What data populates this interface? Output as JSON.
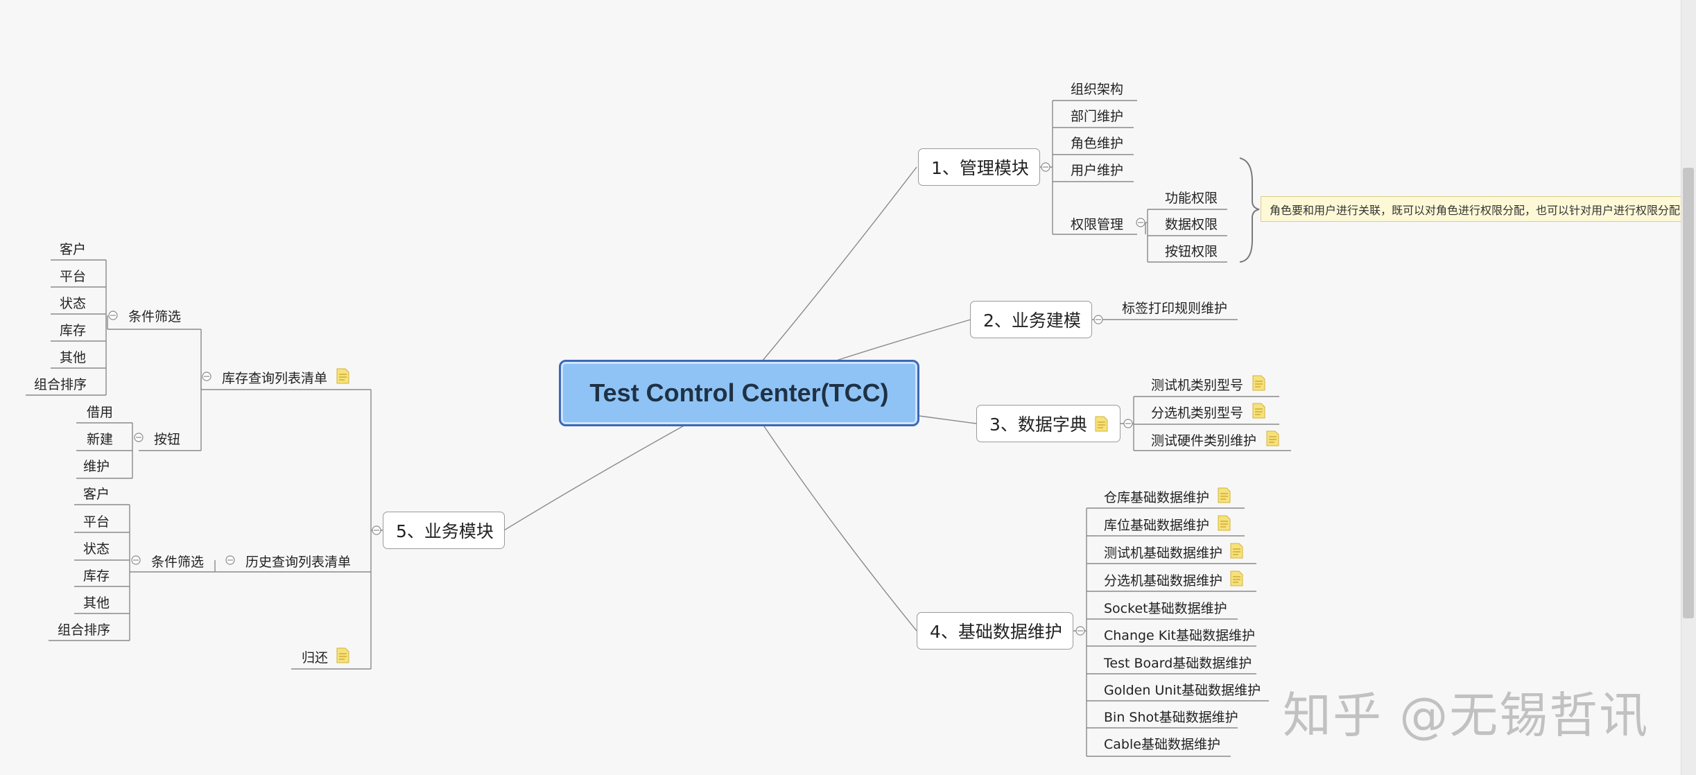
{
  "central": "Test Control Center(TCC)",
  "branches": {
    "b1": "1、管理模块",
    "b2": "2、业务建模",
    "b3": "3、数据字典",
    "b4": "4、基础数据维护",
    "b5": "5、业务模块"
  },
  "b1_items": [
    "组织架构",
    "部门维护",
    "角色维护",
    "用户维护",
    "权限管理"
  ],
  "b1_perm_items": [
    "功能权限",
    "数据权限",
    "按钮权限"
  ],
  "b1_note": "角色要和用户进行关联，既可以对角色进行权限分配，也可以针对用户进行权限分配",
  "b2_items": [
    "标签打印规则维护"
  ],
  "b3_items": [
    "测试机类别型号",
    "分选机类别型号",
    "测试硬件类别维护"
  ],
  "b4_items": [
    "仓库基础数据维护",
    "库位基础数据维护",
    "测试机基础数据维护",
    "分选机基础数据维护",
    "Socket基础数据维护",
    "Change Kit基础数据维护",
    "Test Board基础数据维护",
    "Golden Unit基础数据维护",
    "Bin Shot基础数据维护",
    "Cable基础数据维护"
  ],
  "b5_items": [
    "库存查询列表清单",
    "历史查询列表清单",
    "归还"
  ],
  "inv_sub": [
    "条件筛选",
    "按钮"
  ],
  "inv_filter": [
    "客户",
    "平台",
    "状态",
    "库存",
    "其他",
    "组合排序"
  ],
  "inv_buttons": [
    "借用",
    "新建",
    "维护"
  ],
  "hist_sub": [
    "条件筛选"
  ],
  "hist_filter": [
    "客户",
    "平台",
    "状态",
    "库存",
    "其他",
    "组合排序"
  ],
  "watermark": "知乎 @无锡哲讯",
  "colors": {
    "central_fill": "#8fc3f5",
    "central_border": "#3b68b8",
    "note_icon": "#e8c64a",
    "line": "#8a8a8a"
  }
}
